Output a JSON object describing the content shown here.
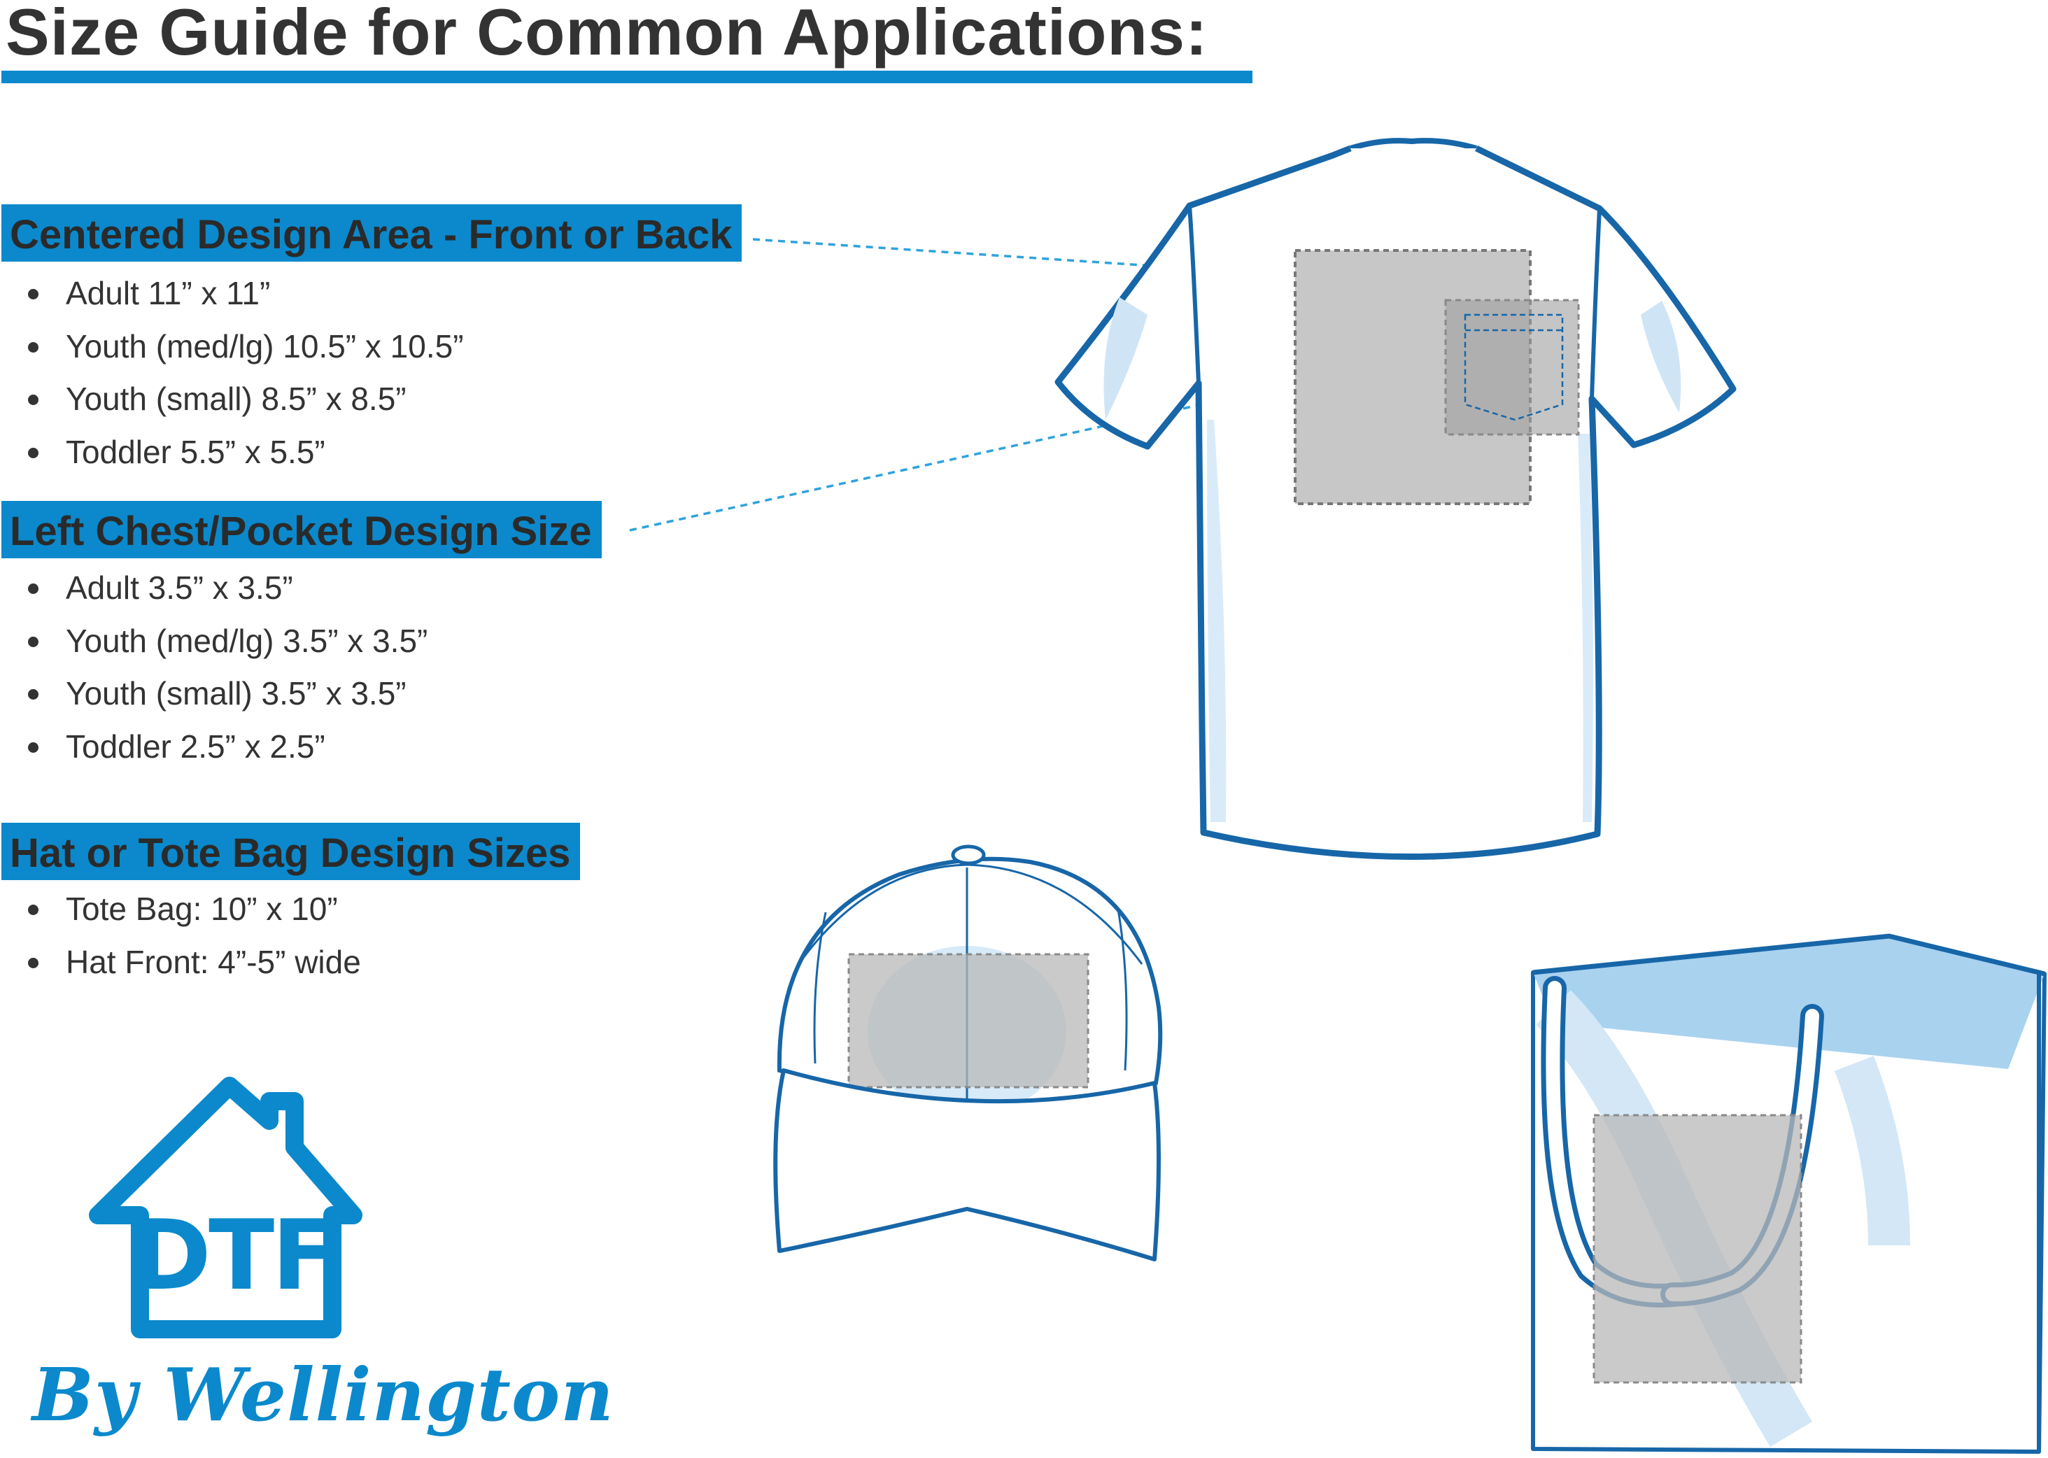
{
  "title": "Size Guide for Common Applications:",
  "sections": [
    {
      "header": "Centered Design Area - Front or Back",
      "items": [
        "Adult 11” x 11”",
        "Youth (med/lg) 10.5” x 10.5”",
        "Youth (small) 8.5” x 8.5”",
        "Toddler 5.5” x 5.5”"
      ]
    },
    {
      "header": "Left Chest/Pocket Design Size",
      "items": [
        "Adult 3.5” x 3.5”",
        "Youth (med/lg) 3.5” x 3.5”",
        "Youth (small) 3.5” x 3.5”",
        "Toddler 2.5” x 2.5”"
      ]
    },
    {
      "header": "Hat or Tote Bag Design Sizes",
      "items": [
        "Tote Bag: 10” x 10”",
        "Hat Front: 4”-5” wide"
      ]
    }
  ],
  "logo": {
    "mark": "DTF",
    "tagline": "By Wellington"
  },
  "illustrations": [
    "tshirt-icon",
    "baseball-cap-icon",
    "tote-bag-icon",
    "house-logo-icon"
  ],
  "colors": {
    "accent_blue": "#0b89cc",
    "outline_blue": "#1766a8",
    "light_blue": "#a9d2ef",
    "print_area_gray": "#b5b5b5",
    "text": "#333333"
  }
}
